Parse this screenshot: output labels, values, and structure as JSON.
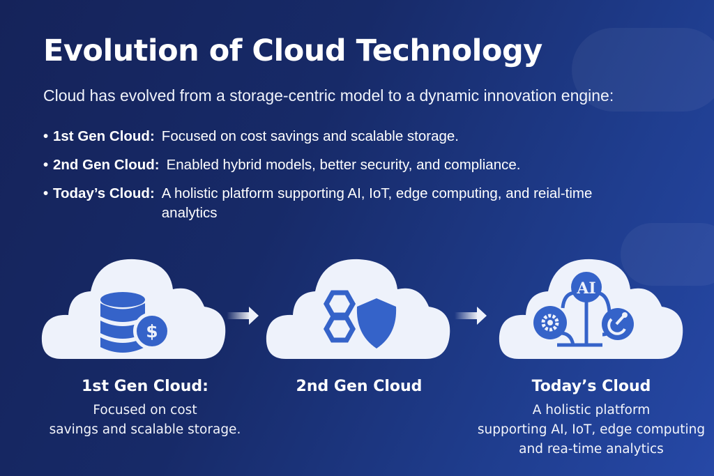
{
  "header": {
    "title": "Evolution of Cloud Technology",
    "subtitle": "Cloud has evolved from a storage-centric model to a dynamic innovation engine:"
  },
  "bullets": [
    {
      "bullet": "•",
      "term": "1st Gen Cloud:",
      "desc": "Focused on cost savings and scalable storage."
    },
    {
      "bullet": "•",
      "term": "2nd Gen Cloud:",
      "desc": "Enabled hybrid models, better security, and compliance."
    },
    {
      "bullet": "•",
      "term": "Today’s Cloud:",
      "desc": "A holistic platform supporting AI, IoT, edge computing, and reial-time analytics"
    }
  ],
  "stages": [
    {
      "title": "1st Gen Cloud:",
      "lines": [
        "Focused on cost",
        "savings and scalable storage."
      ],
      "icons": [
        "database-icon",
        "dollar-coin-icon"
      ]
    },
    {
      "title": "2nd Gen Cloud",
      "lines": [],
      "icons": [
        "hexagon-chain-icon",
        "shield-icon"
      ]
    },
    {
      "title": "Today’s Cloud",
      "lines": [
        "A holistic platform",
        "supporting AI, IoT, edge computing",
        "and rea-time analytics"
      ],
      "icons": [
        "ai-network-icon",
        "gear-icon",
        "iot-sensor-icon"
      ],
      "ai_badge": "AI"
    }
  ],
  "colors": {
    "background_dark": "#15235a",
    "background_light": "#2648a6",
    "cloud_fill": "#eef2fb",
    "icon_blue": "#3563c9"
  }
}
